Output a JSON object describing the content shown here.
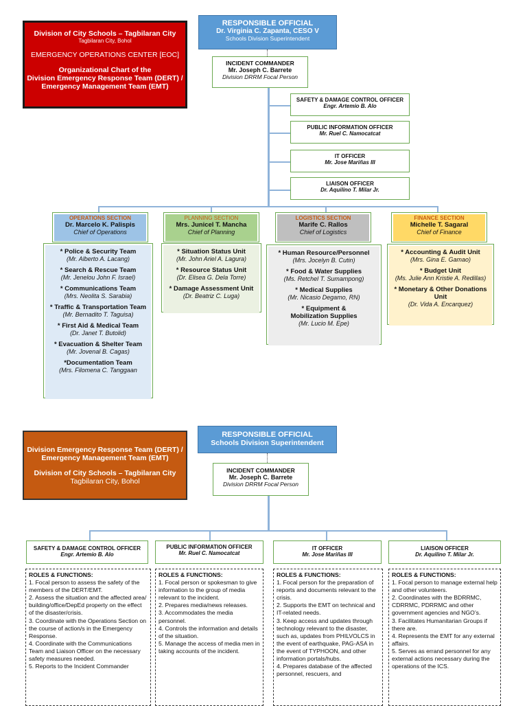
{
  "chart1": {
    "title": {
      "line1": "Division of City Schools – Tagbilaran City",
      "line2": "Tagbilaran City, Bohol",
      "line3": "EMERGENCY OPERATIONS CENTER [EOC]",
      "line4": "Organizational Chart of the",
      "line5": "Division Emergency Response Team (DERT) /",
      "line6": "Emergency Management Team (EMT)"
    },
    "responsible": {
      "heading": "RESPONSIBLE OFFICIAL",
      "name": "Dr. Virginia C. Zapanta, CESO V",
      "role": "Schools Division Superintendent"
    },
    "commander": {
      "heading": "INCIDENT COMMANDER",
      "name": "Mr. Joseph C. Barrete",
      "role": "Division DRRM Focal Person"
    },
    "staff": [
      {
        "title": "SAFETY & DAMAGE CONTROL OFFICER",
        "name": "Engr. Artemio B. Alo"
      },
      {
        "title": "PUBLIC INFORMATION OFFICER",
        "name": "Mr. Ruel C. Namocatcat"
      },
      {
        "title": "IT OFFICER",
        "name": "Mr. Jose Mariñas III"
      },
      {
        "title": "LIAISON OFFICER",
        "name": "Dr. Aquilino T. Milar Jr."
      }
    ],
    "sections": [
      {
        "title": "OPERATIONS SECTION",
        "name": "Dr. Marcelo K. Palispis",
        "role": "Chief of Operations"
      },
      {
        "title": "PLANNING SECTION",
        "name": "Mrs. Junicel T. Mancha",
        "role": "Chief of Planning"
      },
      {
        "title": "LOGISTICS SECTION",
        "name": "Marife C. Rallos",
        "role": "Chief of Logistics"
      },
      {
        "title": "FINANCE SECTION",
        "name": "Michelle T. Sagaral",
        "role": "Chief of Finance"
      }
    ],
    "ops_units": [
      {
        "name": "* Police & Security Team",
        "person": "(Mr. Alberto A. Lacang)"
      },
      {
        "name": "* Search & Rescue Team",
        "person": "(Mr. Jenelou John F. Israel)"
      },
      {
        "name": "* Communications Team",
        "person": "(Mrs. Neolita S. Sarabia)"
      },
      {
        "name": "* Traffic & Transportation Team",
        "person": "(Mr. Bernadito T. Taguisa)"
      },
      {
        "name": "* First Aid & Medical Team",
        "person": "(Dr. Janet T. Butolid)"
      },
      {
        "name": "* Evacuation & Shelter Team",
        "person": "(Mr. Jovenal B. Cagas)"
      },
      {
        "name": "*Documentation Team",
        "person": "(Mrs. Filomena C. Tanggaan"
      }
    ],
    "plan_units": [
      {
        "name": "* Situation Status Unit",
        "person": "(Mr. John Ariel A. Lagura)"
      },
      {
        "name": "* Resource Status Unit",
        "person": "(Dr. Elisea G. Dela Torre)"
      },
      {
        "name": "* Damage Assessment Unit",
        "person": "(Dr. Beatriz C. Luga)"
      }
    ],
    "log_units": [
      {
        "name": "* Human Resource/Personnel",
        "person": "(Mrs. Jocelyn B. Cutin)"
      },
      {
        "name": "* Food & Water Supplies",
        "person": "(Ms. Retchel T. Sumampong)"
      },
      {
        "name": "* Medical Supplies",
        "person": "(Mr. Nicasio Degamo, RN)"
      },
      {
        "name": "* Equipment & Mobilization Supplies",
        "person": "(Mr. Lucio M. Epe)"
      }
    ],
    "fin_units": [
      {
        "name": "* Accounting & Audit Unit",
        "person": "(Mrs. Gina E. Gamao)"
      },
      {
        "name": "* Budget Unit",
        "person": "(Ms. Julie Ann Kristie A. Redillas)"
      },
      {
        "name": "* Monetary & Other Donations Unit",
        "person": "(Dr. Vida A. Encarquez)"
      }
    ]
  },
  "chart2": {
    "title": {
      "line1": "Division Emergency Response Team (DERT) /",
      "line2": "Emergency Management Team (EMT)",
      "line3": "Division of City Schools – Tagbilaran City",
      "line4": "Tagbilaran City, Bohol"
    },
    "responsible": {
      "heading": "RESPONSIBLE OFFICIAL",
      "role": "Schools Division Superintendent"
    },
    "commander": {
      "heading": "INCIDENT COMMANDER",
      "name": "Mr. Joseph C. Barrete",
      "role": "Division DRRM Focal Person"
    },
    "officers": [
      {
        "title": "SAFETY & DAMAGE CONTROL OFFICER",
        "name": "Engr. Artemio B. Alo"
      },
      {
        "title": "PUBLIC INFORMATION OFFICER",
        "name": "Mr. Ruel C. Namocatcat"
      },
      {
        "title": "IT OFFICER",
        "name": "Mr. Jose Mariñas III"
      },
      {
        "title": "LIAISON OFFICER",
        "name": "Dr. Aquilino T. Milar Jr."
      }
    ],
    "roles_heading": "ROLES & FUNCTIONS:",
    "roles": [
      [
        "1. Focal person to assess the safety of the members of the DERT/EMT.",
        "2. Assess the situation and the affected area/ building/office/DepEd property on the effect of the disaster/crisis.",
        "3. Coordinate with the Operations Section on the course of action/s in the Emergency Response.",
        "4. Coordinate with the Communications Team and Liaison Officer on the necessary safety measures needed.",
        "5. Reports to the Incident Commander"
      ],
      [
        "1. Focal person or spokesman to give information to the group of media relevant to the incident.",
        "2. Prepares media/news releases.",
        "3. Accommodates the media personnel.",
        "4. Controls the information and details of the situation.",
        "5. Manage the access of media men in taking accounts of the incident."
      ],
      [
        "1. Focal person for the preparation of reports and documents relevant to the crisis.",
        "2. Supports the EMT on technical and IT-related needs.",
        "3. Keep access and updates through technology relevant to the disaster, such as, updates from PHILVOLCS in the event of earthquake, PAG-ASA in the event of TYPHOON, and other information portals/hubs.",
        "4. Prepares database of the affected personnel, rescuers, and"
      ],
      [
        "1. Focal person to manage external help and other volunteers.",
        "2. Coordinates with the BDRRMC, CDRRMC, PDRRMC and other government agencies and NGO’s.",
        "3. Facilitates Humanitarian Groups if there are.",
        "4. Represents the EMT for any external affairs.",
        "5. Serves as errand personnel for any external actions necessary during the operations of the ICS."
      ]
    ]
  },
  "colors": {
    "title1_bg": "#cc0000",
    "title2_bg": "#c55a11",
    "responsible_bg": "#5b9bd5",
    "operations": "#9dc3e6",
    "planning": "#a9d18e",
    "logistics": "#bfbfbf",
    "finance": "#ffd966",
    "connector": "#8fb3d9"
  }
}
